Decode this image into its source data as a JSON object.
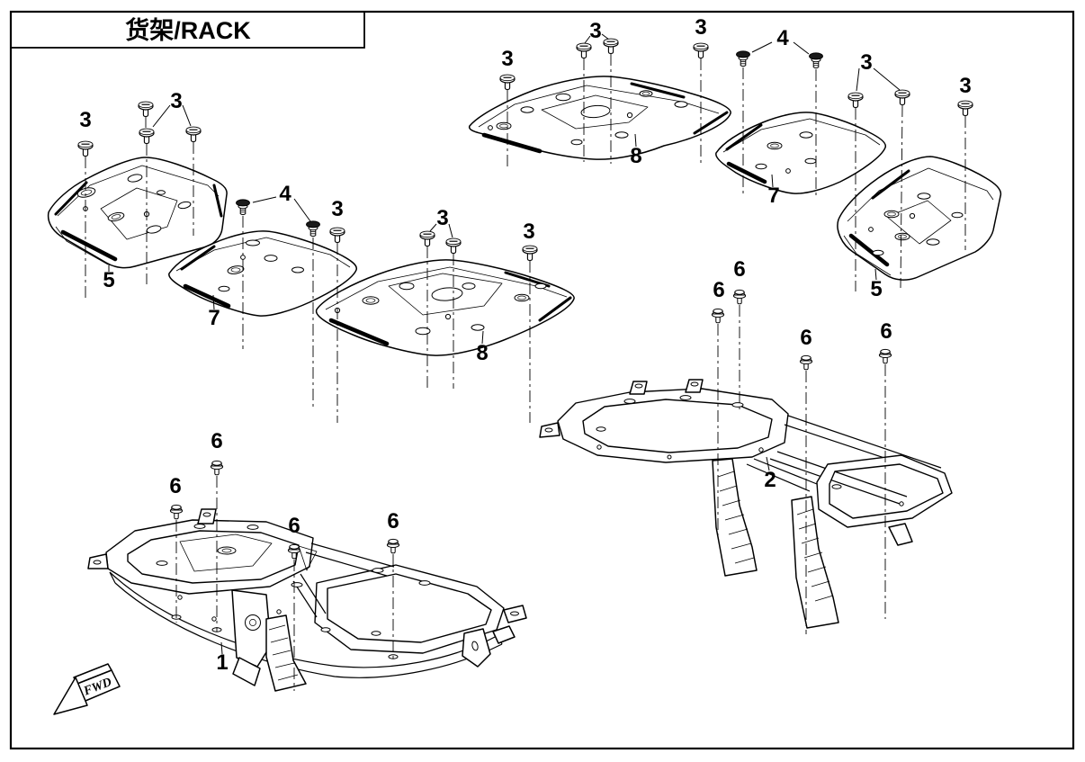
{
  "title": "货架/RACK",
  "fwd": {
    "label": "FWD"
  },
  "callouts": [
    {
      "id": "3-left-single",
      "label": "3"
    },
    {
      "id": "3-left-pair",
      "label": "3"
    },
    {
      "id": "5-left",
      "label": "5"
    },
    {
      "id": "4-left",
      "label": "4"
    },
    {
      "id": "3-mid-single",
      "label": "3"
    },
    {
      "id": "7-left",
      "label": "7"
    },
    {
      "id": "3-mid-pair",
      "label": "3"
    },
    {
      "id": "3-mid-right",
      "label": "3"
    },
    {
      "id": "8-middle",
      "label": "8"
    },
    {
      "id": "3-top-single",
      "label": "3"
    },
    {
      "id": "3-top-pair",
      "label": "3"
    },
    {
      "id": "3-top-right",
      "label": "3"
    },
    {
      "id": "8-top",
      "label": "8"
    },
    {
      "id": "4-right",
      "label": "4"
    },
    {
      "id": "3-right-pair",
      "label": "3"
    },
    {
      "id": "3-right-single",
      "label": "3"
    },
    {
      "id": "7-right",
      "label": "7"
    },
    {
      "id": "5-right",
      "label": "5"
    },
    {
      "id": "6-frame2-a",
      "label": "6"
    },
    {
      "id": "6-frame2-b",
      "label": "6"
    },
    {
      "id": "6-frame2-c",
      "label": "6"
    },
    {
      "id": "6-frame2-d",
      "label": "6"
    },
    {
      "id": "2-frame",
      "label": "2"
    },
    {
      "id": "6-frame1-a",
      "label": "6"
    },
    {
      "id": "6-frame1-b",
      "label": "6"
    },
    {
      "id": "6-frame1-c",
      "label": "6"
    },
    {
      "id": "6-frame1-d",
      "label": "6"
    },
    {
      "id": "1-frame",
      "label": "1"
    }
  ]
}
